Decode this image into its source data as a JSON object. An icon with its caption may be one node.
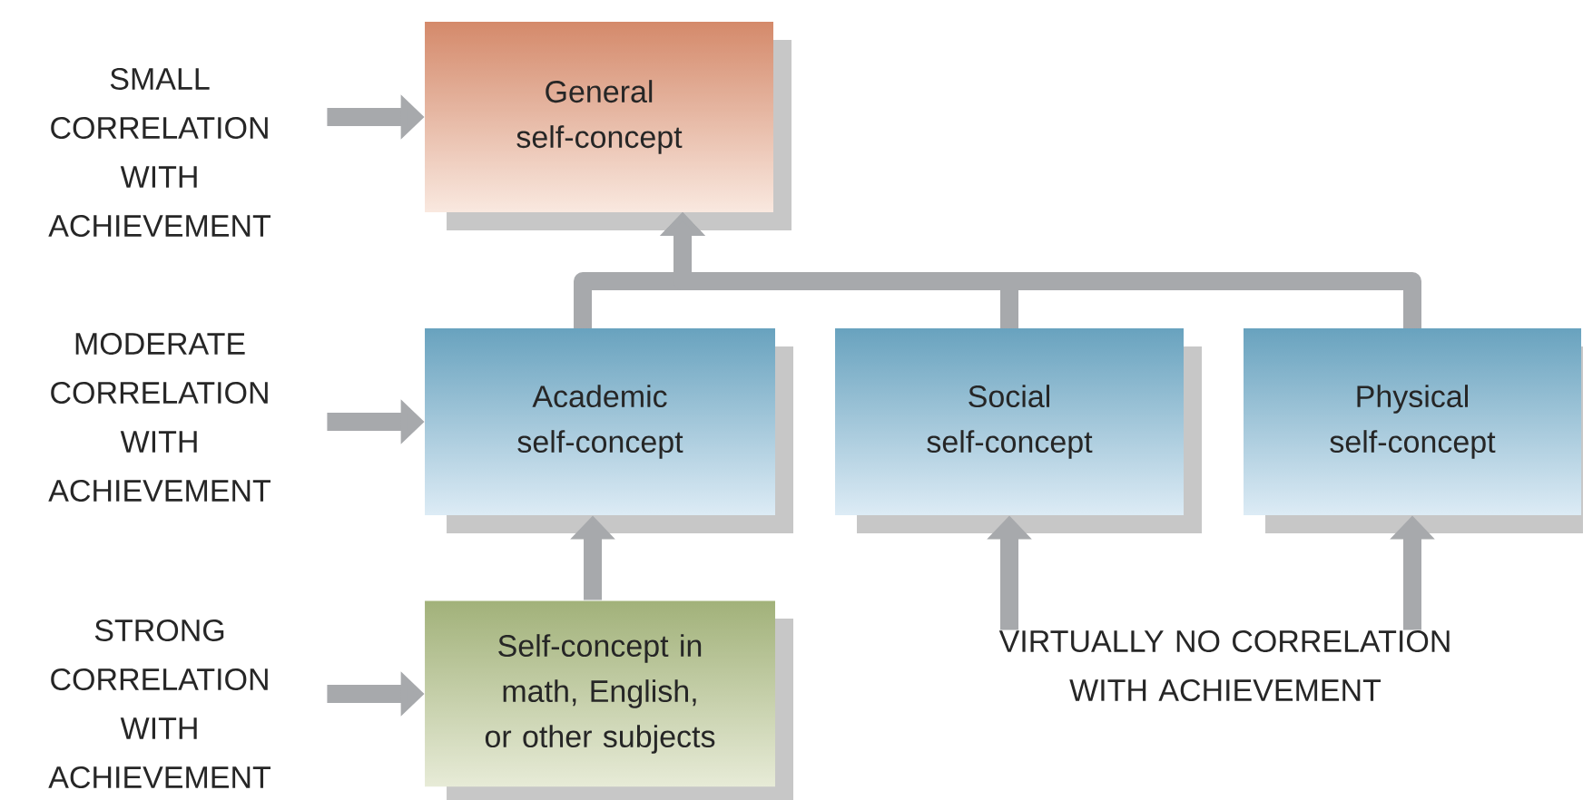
{
  "diagram": {
    "nodes": [
      {
        "text": [
          "SMALL CORRELATION WITH ACHIEVEMENT"
        ]
      },
      {
        "text": [
          "General self-concept"
        ]
      },
      {
        "text": [
          "MODERATE CORRELATION WITH ACHIEVEMENT"
        ]
      },
      {
        "text": [
          "Academic self-concept"
        ]
      },
      {
        "text": [
          "Social self-concept"
        ]
      },
      {
        "text": [
          "Physical self-concept"
        ]
      },
      {
        "text": [
          "STRONG CORRELATION WITH ACHIEVEMENT"
        ]
      },
      {
        "text": [
          "Self-concept in math, English, or other subjects"
        ]
      },
      {
        "text": [
          "VIRTUALLY NO CORRELATION WITH ACHIEVEMENT"
        ]
      }
    ],
    "edges": [
      {
        "from": 0,
        "to": 1,
        "arrow": "to"
      },
      {
        "from": 2,
        "to": 3,
        "arrow": "to"
      },
      {
        "from": 6,
        "to": 7,
        "arrow": "to"
      },
      {
        "from": 3,
        "to": 1,
        "arrow": "to"
      },
      {
        "from": 4,
        "to": 1,
        "arrow": "to"
      },
      {
        "from": 5,
        "to": 1,
        "arrow": "to"
      },
      {
        "from": 7,
        "to": 3,
        "arrow": "to"
      },
      {
        "from": 8,
        "to": 4,
        "arrow": "to"
      },
      {
        "from": 8,
        "to": 5,
        "arrow": "to"
      }
    ]
  }
}
